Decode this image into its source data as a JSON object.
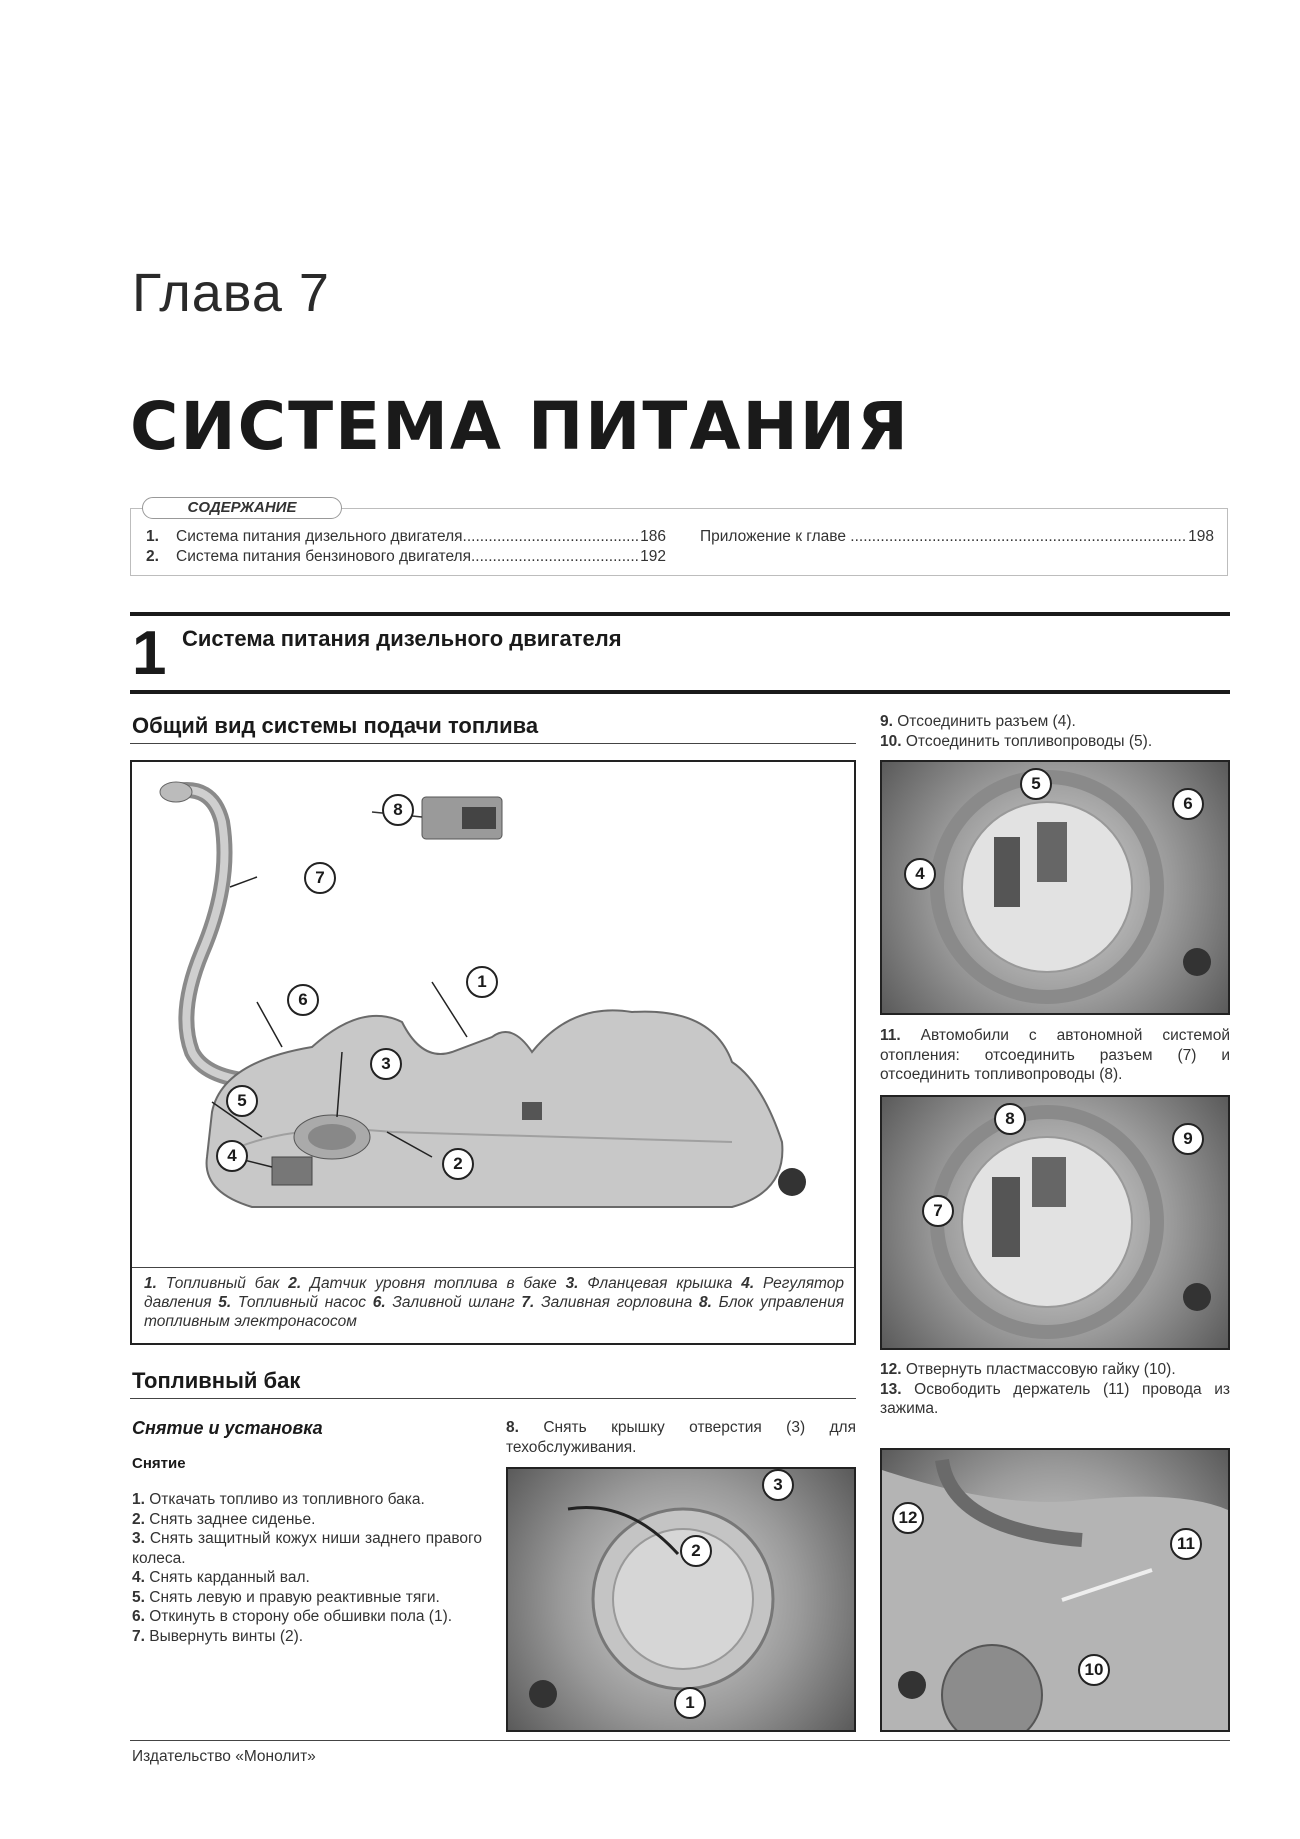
{
  "chapter": {
    "label": "Глава 7",
    "title": "СИСТЕМА ПИТАНИЯ"
  },
  "toc": {
    "tab_label": "СОДЕРЖАНИЕ",
    "items": [
      {
        "num": "1.",
        "title": "Система питания дизельного двигателя",
        "page": "186"
      },
      {
        "num": "2.",
        "title": "Система питания бензинового двигателя",
        "page": "192"
      },
      {
        "num": "",
        "title": "Приложение к главе",
        "page": "198"
      }
    ]
  },
  "section": {
    "number": "1",
    "title": "Система питания дизельного двигателя"
  },
  "overview": {
    "heading": "Общий вид системы подачи топлива",
    "callouts": [
      "1",
      "2",
      "3",
      "4",
      "5",
      "6",
      "7",
      "8"
    ],
    "caption": [
      {
        "n": "1.",
        "t": " Топливный бак "
      },
      {
        "n": "2.",
        "t": " Датчик уровня топлива в баке "
      },
      {
        "n": "3.",
        "t": " Фланцевая крышка "
      },
      {
        "n": "4.",
        "t": " Регулятор давления "
      },
      {
        "n": "5.",
        "t": " Топливный насос "
      },
      {
        "n": "6.",
        "t": " Заливной шланг "
      },
      {
        "n": "7.",
        "t": " Заливная горловина "
      },
      {
        "n": "8.",
        "t": " Блок управления топливным электронасосом"
      }
    ]
  },
  "tank": {
    "heading": "Топливный бак",
    "subheading": "Снятие и установка",
    "removal_label": "Снятие",
    "steps_left": [
      {
        "n": "1.",
        "t": "Откачать топливо из топливного бака."
      },
      {
        "n": "2.",
        "t": "Снять заднее сиденье."
      },
      {
        "n": "3.",
        "t": "Снять защитный кожух ниши заднего правого колеса."
      },
      {
        "n": "4.",
        "t": "Снять карданный вал."
      },
      {
        "n": "5.",
        "t": "Снять левую и правую реактивные тяги."
      },
      {
        "n": "6.",
        "t": "Откинуть в сторону обе обшивки пола (1)."
      },
      {
        "n": "7.",
        "t": "Вывернуть винты (2)."
      }
    ],
    "step_middle": {
      "n": "8.",
      "t": "Снять крышку отверстия (3) для техобслуживания."
    },
    "photo_mid_callouts": [
      "1",
      "2",
      "3"
    ]
  },
  "right_column": {
    "steps_top": [
      {
        "n": "9.",
        "t": "Отсоединить разъем (4)."
      },
      {
        "n": "10.",
        "t": "Отсоединить топливопроводы (5)."
      }
    ],
    "photo1_callouts": [
      "4",
      "5",
      "6"
    ],
    "step_11": {
      "n": "11.",
      "t": "Автомобили с автономной системой отопления: отсоединить разъем (7) и отсоединить топливопроводы (8)."
    },
    "photo2_callouts": [
      "7",
      "8",
      "9"
    ],
    "steps_12_13": [
      {
        "n": "12.",
        "t": "Отвернуть пластмассовую гайку (10)."
      },
      {
        "n": "13.",
        "t": "Освободить держатель (11) провода из зажима."
      }
    ],
    "photo3_callouts": [
      "10",
      "11",
      "12"
    ]
  },
  "footer": {
    "publisher": "Издательство «Монолит»"
  },
  "colors": {
    "text": "#222222",
    "rule": "#1a1a1a",
    "photo_mid": "#9a9a9a"
  }
}
